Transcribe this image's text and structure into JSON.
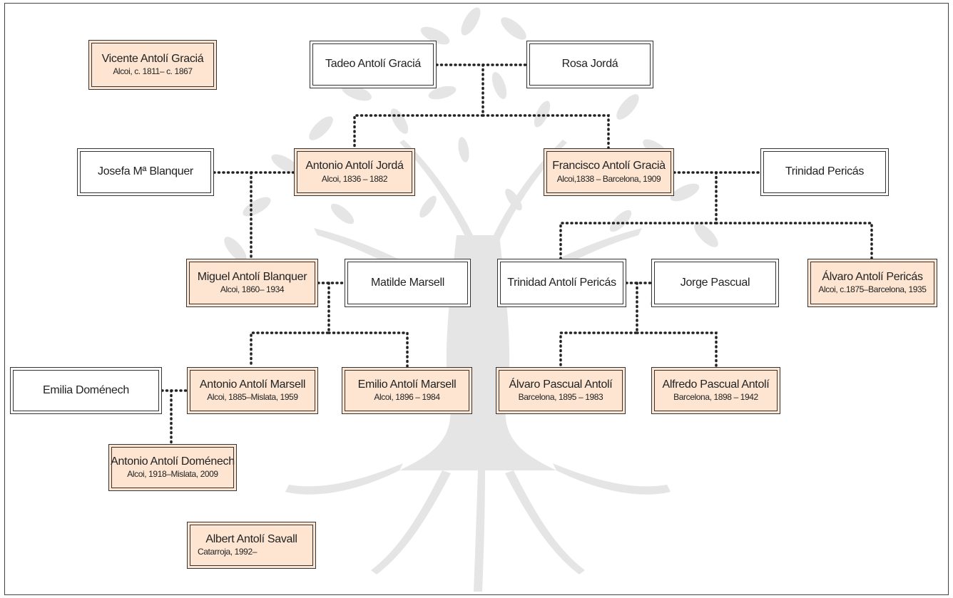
{
  "colors": {
    "highlight_fill": "#fde5d2",
    "plain_fill": "#ffffff",
    "border": "#333333",
    "connector": "#222222",
    "tree_silhouette": "#d6d6d6"
  },
  "people": {
    "vicente": {
      "name": "Vicente Antolí Graciá",
      "dates": "Alcoi, c. 1811– c. 1867"
    },
    "tadeo": {
      "name": "Tadeo Antolí Graciá",
      "dates": ""
    },
    "rosa": {
      "name": "Rosa Jordá",
      "dates": ""
    },
    "josefa": {
      "name": "Josefa Mª Blanquer",
      "dates": ""
    },
    "antonio_jorda": {
      "name": "Antonio Antolí Jordá",
      "dates": "Alcoi, 1836 – 1882"
    },
    "francisco": {
      "name": "Francisco Antolí Gracià",
      "dates": "Alcoi,1838 – Barcelona, 1909"
    },
    "trinidad_pericas": {
      "name": "Trinidad Pericás",
      "dates": ""
    },
    "miguel": {
      "name": "Miguel Antolí Blanquer",
      "dates": "Alcoi, 1860– 1934"
    },
    "matilde": {
      "name": "Matilde Marsell",
      "dates": ""
    },
    "trinidad_antoli": {
      "name": "Trinidad Antolí Pericás",
      "dates": ""
    },
    "jorge": {
      "name": "Jorge Pascual",
      "dates": ""
    },
    "alvaro_pericas": {
      "name": "Álvaro Antolí Pericás",
      "dates": "Alcoi, c.1875–Barcelona, 1935"
    },
    "emilia": {
      "name": "Emilia Doménech",
      "dates": ""
    },
    "antonio_marsell": {
      "name": "Antonio Antolí Marsell",
      "dates": "Alcoi, 1885–Mislata, 1959"
    },
    "emilio": {
      "name": "Emilio Antolí Marsell",
      "dates": "Alcoi, 1896 – 1984"
    },
    "alvaro_pascual": {
      "name": "Álvaro Pascual Antolí",
      "dates": "Barcelona, 1895 – 1983"
    },
    "alfredo": {
      "name": "Alfredo Pascual Antolí",
      "dates": "Barcelona, 1898 – 1942"
    },
    "antonio_domenech": {
      "name": "Antonio Antolí Doménech",
      "dates": "Alcoi, 1918–Mislata, 2009"
    },
    "albert": {
      "name": "Albert Antolí Savall",
      "dates": "Catarroja, 1992–"
    }
  },
  "relationships": [
    {
      "type": "couple",
      "a": "tadeo",
      "b": "rosa"
    },
    {
      "type": "children",
      "parents": "tadeo+rosa",
      "children": [
        "antonio_jorda",
        "francisco"
      ]
    },
    {
      "type": "couple",
      "a": "josefa",
      "b": "antonio_jorda"
    },
    {
      "type": "children",
      "parents": "josefa+antonio_jorda",
      "children": [
        "miguel"
      ]
    },
    {
      "type": "couple",
      "a": "francisco",
      "b": "trinidad_pericas"
    },
    {
      "type": "children",
      "parents": "francisco+trinidad_pericas",
      "children": [
        "trinidad_antoli",
        "alvaro_pericas"
      ]
    },
    {
      "type": "couple",
      "a": "miguel",
      "b": "matilde"
    },
    {
      "type": "children",
      "parents": "miguel+matilde",
      "children": [
        "antonio_marsell",
        "emilio"
      ]
    },
    {
      "type": "couple",
      "a": "trinidad_antoli",
      "b": "jorge"
    },
    {
      "type": "children",
      "parents": "trinidad_antoli+jorge",
      "children": [
        "alvaro_pascual",
        "alfredo"
      ]
    },
    {
      "type": "couple",
      "a": "emilia",
      "b": "antonio_marsell"
    },
    {
      "type": "children",
      "parents": "emilia+antonio_marsell",
      "children": [
        "antonio_domenech"
      ]
    }
  ]
}
